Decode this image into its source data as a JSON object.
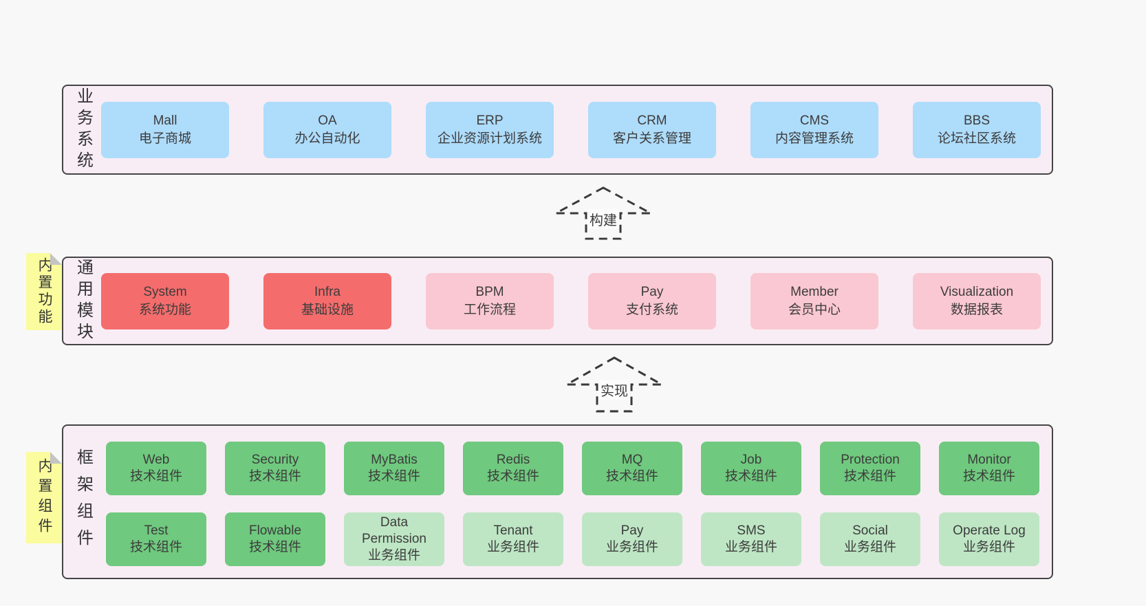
{
  "colors": {
    "page-bg": "#f8f8f8",
    "panel-bg": "#f8edf5",
    "panel-border": "#454545",
    "blue": "#aedcfb",
    "red": "#f56c6c",
    "pink": "#fac8d2",
    "green": "#6fc97e",
    "lightgreen": "#bee6c4",
    "yellow": "#fafc9e",
    "fold": "#c4c4c4",
    "ink": "#3c3c3c",
    "labelbg": "#fcfcfc"
  },
  "arrows": [
    {
      "label": "构建"
    },
    {
      "label": "实现"
    }
  ],
  "sections": [
    {
      "label": "业务系统",
      "boxes": [
        {
          "en": "Mall",
          "zh": "电子商城"
        },
        {
          "en": "OA",
          "zh": "办公自动化"
        },
        {
          "en": "ERP",
          "zh": "企业资源计划系统"
        },
        {
          "en": "CRM",
          "zh": "客户关系管理"
        },
        {
          "en": "CMS",
          "zh": "内容管理系统"
        },
        {
          "en": "BBS",
          "zh": "论坛社区系统"
        }
      ]
    },
    {
      "label": "通用模块",
      "note": "内置功能",
      "boxes": [
        {
          "en": "System",
          "zh": "系统功能"
        },
        {
          "en": "Infra",
          "zh": "基础设施"
        },
        {
          "en": "BPM",
          "zh": "工作流程"
        },
        {
          "en": "Pay",
          "zh": "支付系统"
        },
        {
          "en": "Member",
          "zh": "会员中心"
        },
        {
          "en": "Visualization",
          "zh": "数据报表"
        }
      ]
    },
    {
      "label": "框架组件",
      "note": "内置组件",
      "rows": [
        [
          {
            "en": "Web",
            "zh": "技术组件"
          },
          {
            "en": "Security",
            "zh": "技术组件"
          },
          {
            "en": "MyBatis",
            "zh": "技术组件"
          },
          {
            "en": "Redis",
            "zh": "技术组件"
          },
          {
            "en": "MQ",
            "zh": "技术组件"
          },
          {
            "en": "Job",
            "zh": "技术组件"
          },
          {
            "en": "Protection",
            "zh": "技术组件"
          },
          {
            "en": "Monitor",
            "zh": "技术组件"
          }
        ],
        [
          {
            "en": "Test",
            "zh": "技术组件"
          },
          {
            "en": "Flowable",
            "zh": "技术组件"
          },
          {
            "en": "Data Permission",
            "zh": "业务组件"
          },
          {
            "en": "Tenant",
            "zh": "业务组件"
          },
          {
            "en": "Pay",
            "zh": "业务组件"
          },
          {
            "en": "SMS",
            "zh": "业务组件"
          },
          {
            "en": "Social",
            "zh": "业务组件"
          },
          {
            "en": "Operate Log",
            "zh": "业务组件"
          }
        ]
      ]
    }
  ]
}
